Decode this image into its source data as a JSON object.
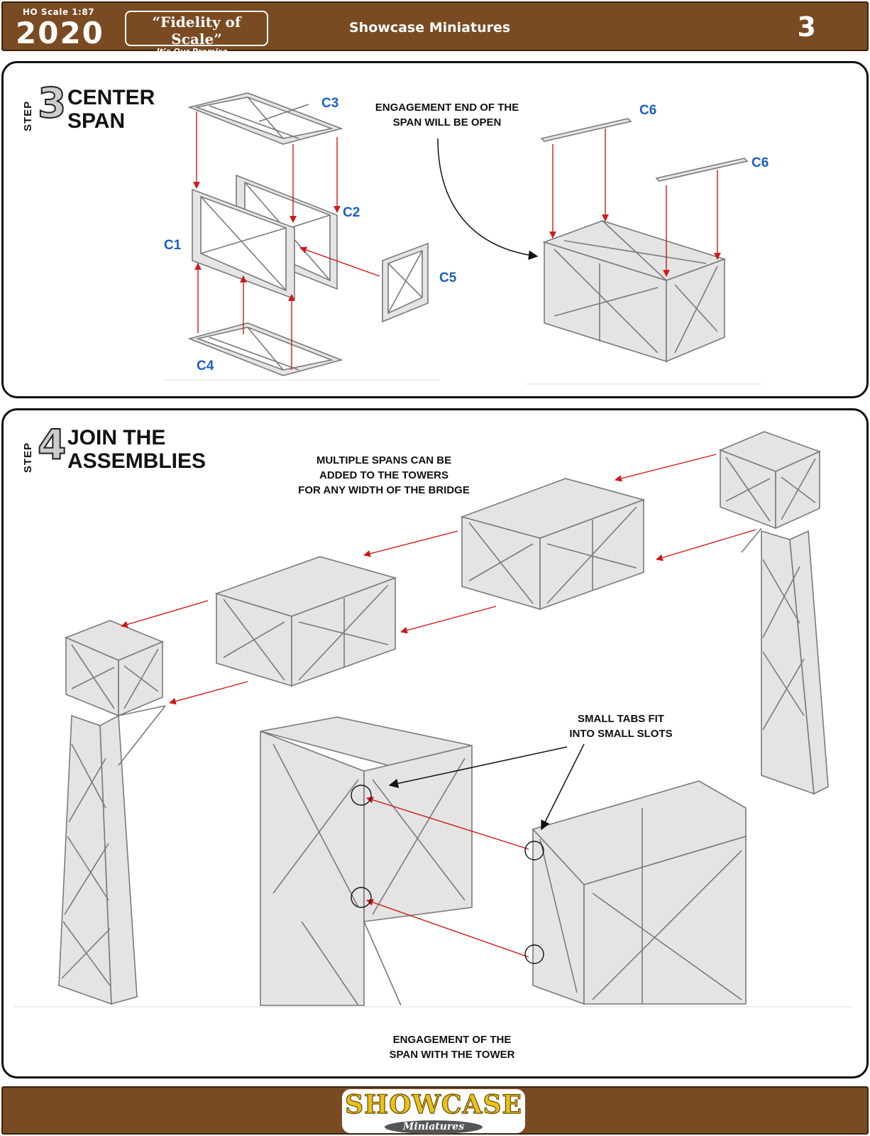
{
  "header": {
    "scale": "HO Scale 1:87",
    "year": "2020",
    "fidelity_title": "“Fidelity of Scale”",
    "fidelity_sub": "It’s Our Promise...",
    "brand": "Showcase Miniatures",
    "page_number": "3",
    "brown": "#7a4a22"
  },
  "step3": {
    "step_word": "STEP",
    "step_number": "3",
    "title_line1": "CENTER",
    "title_line2": "SPAN",
    "note_line1": "ENGAGEMENT END OF THE",
    "note_line2": "SPAN WILL BE OPEN",
    "parts": [
      "C3",
      "C2",
      "C1",
      "C5",
      "C4",
      "C6",
      "C6"
    ]
  },
  "step4": {
    "step_word": "STEP",
    "step_number": "4",
    "title_line1": "JOIN THE",
    "title_line2": "ASSEMBLIES",
    "note_multi_line1": "MULTIPLE SPANS CAN BE",
    "note_multi_line2": "ADDED TO THE TOWERS",
    "note_multi_line3": "FOR ANY WIDTH OF THE BRIDGE",
    "note_tabs_line1": "SMALL TABS FIT",
    "note_tabs_line2": "INTO SMALL SLOTS",
    "note_engage_line1": "ENGAGEMENT OF THE",
    "note_engage_line2": "SPAN WITH THE TOWER"
  },
  "footer": {
    "logo_main": "SHOWCASE",
    "logo_sub": "Miniatures"
  },
  "colors": {
    "arrow": "#d01818",
    "part_label": "#1a5ec8",
    "metal_fill": "#e4e4e4",
    "metal_stroke": "#7a7a7a"
  }
}
